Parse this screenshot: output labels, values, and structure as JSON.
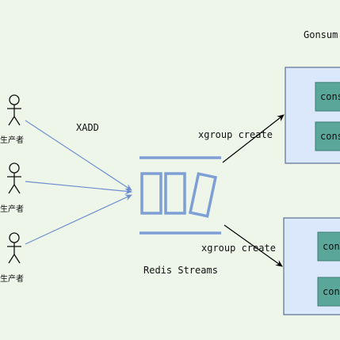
{
  "colors": {
    "background": "#eef6ea",
    "stream": "#7e9fd6",
    "producer_arrow": "#6d8fce",
    "group_box_fill": "#dbe8fb",
    "group_box_stroke": "#5c6f93",
    "consumer_fill": "#5aa79a",
    "consumer_stroke": "#3d7d73",
    "line": "#000000"
  },
  "labels": {
    "xadd": "XADD",
    "stream": "Redis Streams",
    "create_top": "xgroup create",
    "create_bottom": "xgroup create",
    "consumers_title": "Gonsum"
  },
  "producers": [
    {
      "label": "生产者",
      "icon": "stick-figure-icon"
    },
    {
      "label": "生产者",
      "icon": "stick-figure-icon"
    },
    {
      "label": "生产者",
      "icon": "stick-figure-icon"
    }
  ],
  "groups": [
    {
      "consumers": [
        "cons",
        "cons"
      ]
    },
    {
      "consumers": [
        "cons",
        "cons"
      ]
    }
  ]
}
